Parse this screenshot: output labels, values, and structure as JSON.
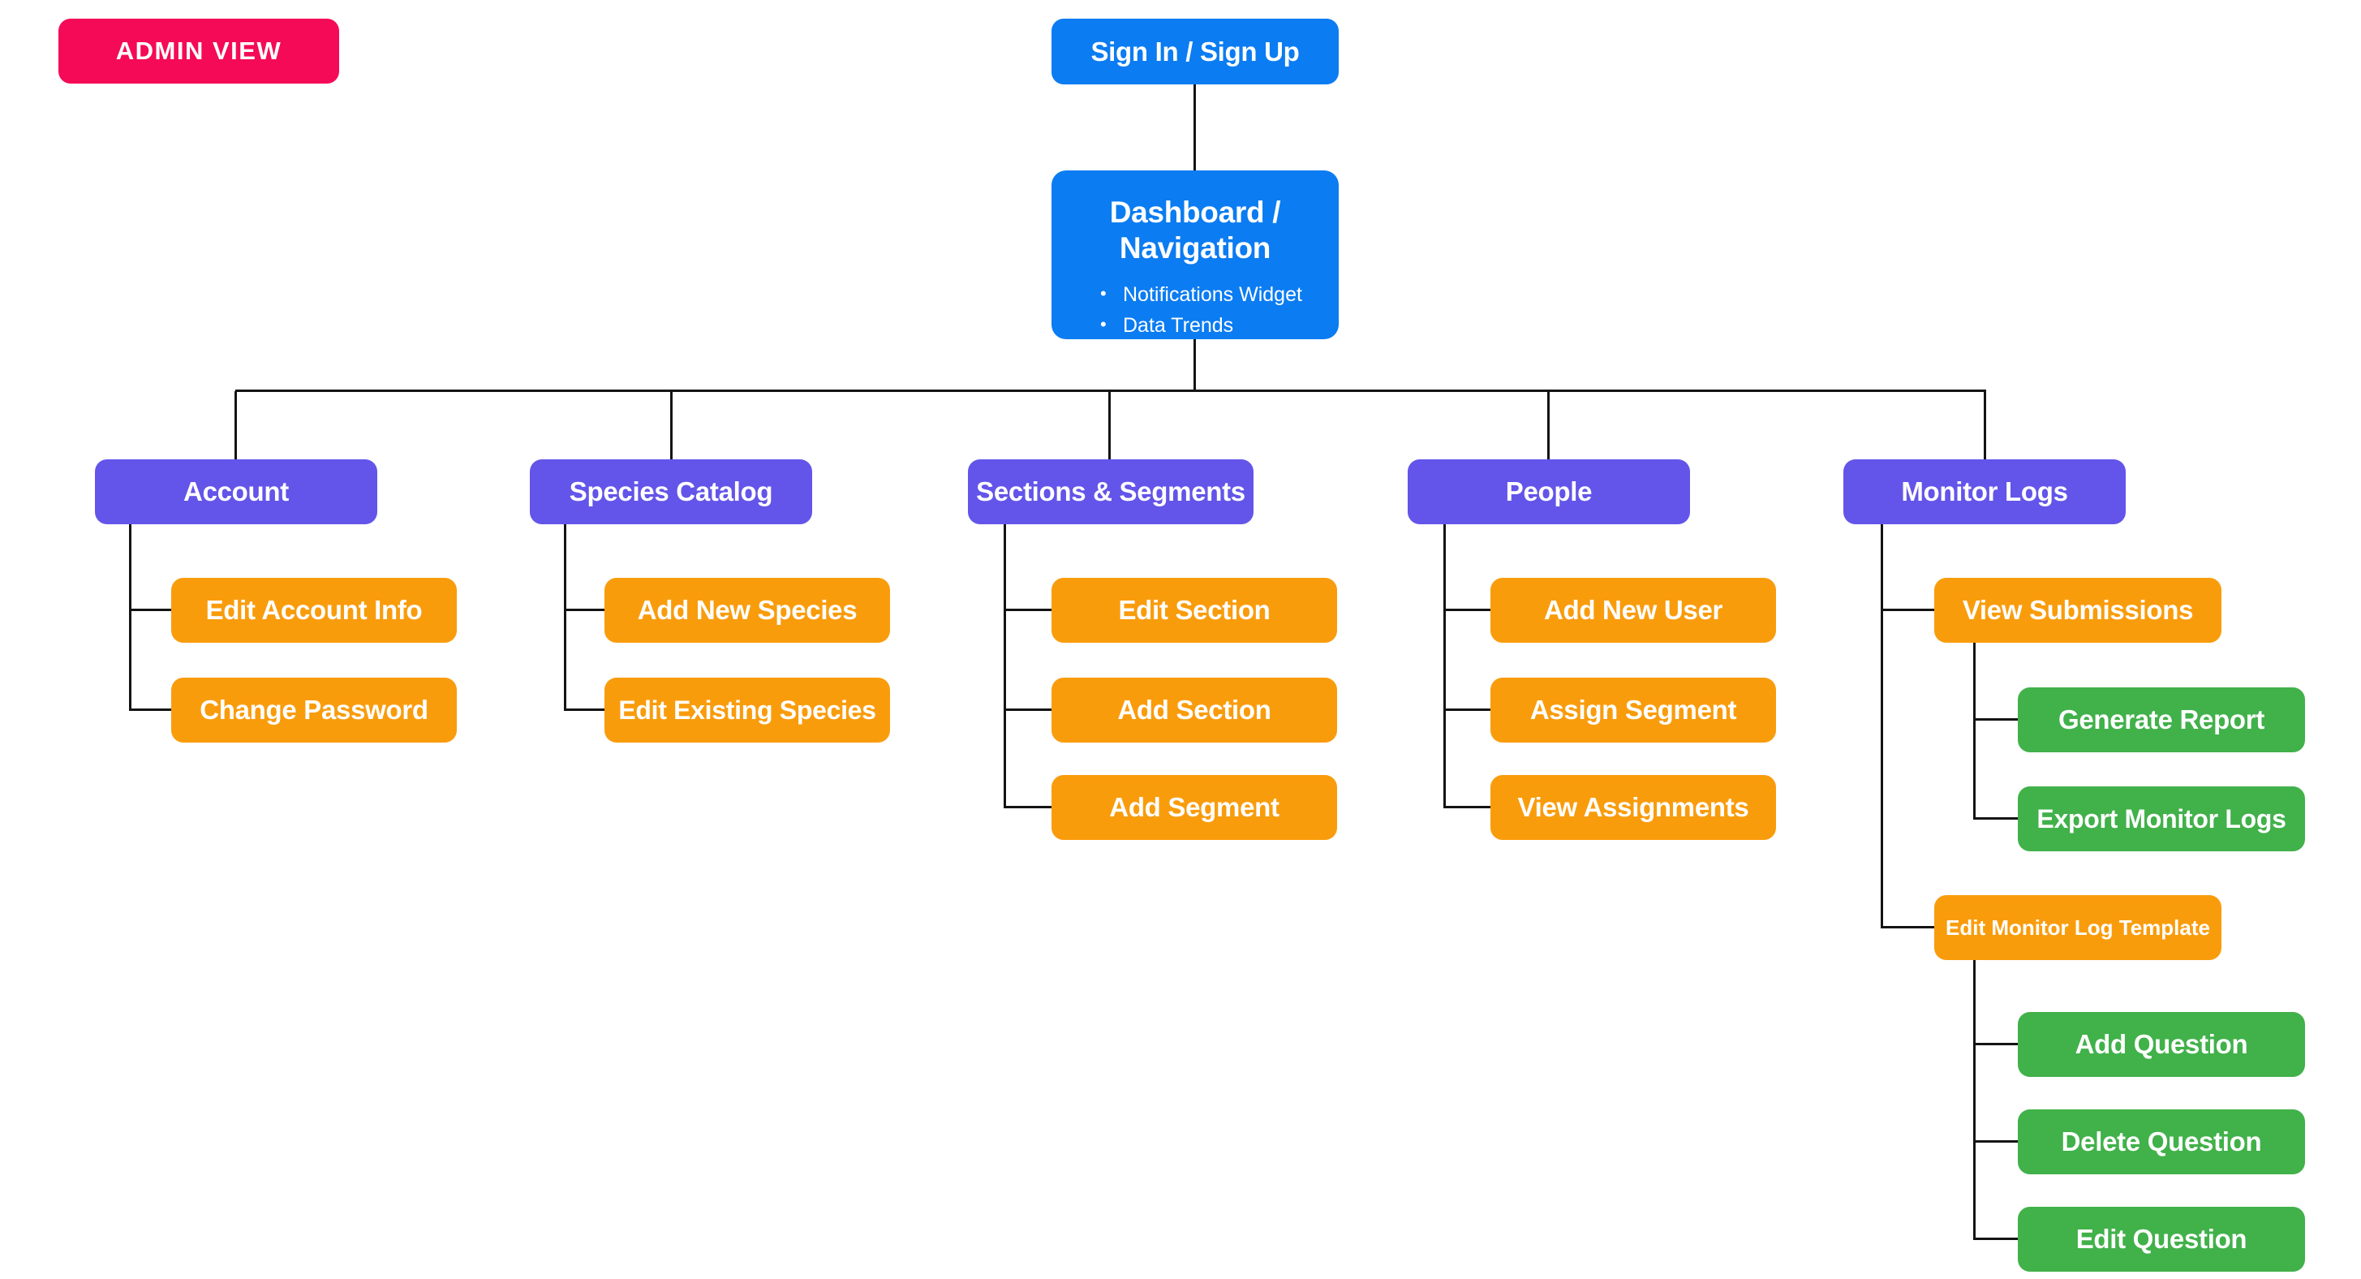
{
  "badge": {
    "label": "ADMIN VIEW"
  },
  "palette": {
    "blue": "#0B7CF2",
    "purple": "#6355E9",
    "orange": "#F99C0C",
    "green": "#41B14A",
    "pink": "#F50A58",
    "connector": "#141414",
    "background": "#FFFFFF",
    "text": "#FFFFFF"
  },
  "nodes": {
    "signin": {
      "label": "Sign In / Sign Up"
    },
    "dashboard": {
      "title": "Dashboard / Navigation",
      "bullets": [
        "Notifications Widget",
        "Data Trends"
      ]
    },
    "account": {
      "label": "Account"
    },
    "edit_account_info": {
      "label": "Edit Account Info"
    },
    "change_password": {
      "label": "Change Password"
    },
    "species_catalog": {
      "label": "Species Catalog"
    },
    "add_new_species": {
      "label": "Add New Species"
    },
    "edit_existing_species": {
      "label": "Edit Existing Species"
    },
    "sections_segments": {
      "label": "Sections & Segments"
    },
    "edit_section": {
      "label": "Edit Section"
    },
    "add_section": {
      "label": "Add Section"
    },
    "add_segment": {
      "label": "Add Segment"
    },
    "people": {
      "label": "People"
    },
    "add_new_user": {
      "label": "Add New User"
    },
    "assign_segment": {
      "label": "Assign Segment"
    },
    "view_assignments": {
      "label": "View Assignments"
    },
    "monitor_logs": {
      "label": "Monitor Logs"
    },
    "view_submissions": {
      "label": "View Submissions"
    },
    "generate_report": {
      "label": "Generate Report"
    },
    "export_monitor_logs": {
      "label": "Export Monitor Logs"
    },
    "edit_monitor_log_template": {
      "label": "Edit Monitor Log Template"
    },
    "add_question": {
      "label": "Add Question"
    },
    "delete_question": {
      "label": "Delete Question"
    },
    "edit_question": {
      "label": "Edit Question"
    }
  },
  "hierarchy": {
    "Sign In / Sign Up": [
      "Dashboard / Navigation"
    ],
    "Dashboard / Navigation": [
      "Account",
      "Species Catalog",
      "Sections & Segments",
      "People",
      "Monitor Logs"
    ],
    "Account": [
      "Edit Account Info",
      "Change Password"
    ],
    "Species Catalog": [
      "Add New Species",
      "Edit Existing Species"
    ],
    "Sections & Segments": [
      "Edit Section",
      "Add Section",
      "Add Segment"
    ],
    "People": [
      "Add New User",
      "Assign Segment",
      "View Assignments"
    ],
    "Monitor Logs": [
      "View Submissions",
      "Edit Monitor Log Template"
    ],
    "View Submissions": [
      "Generate Report",
      "Export Monitor Logs"
    ],
    "Edit Monitor Log Template": [
      "Add Question",
      "Delete Question",
      "Edit Question"
    ]
  }
}
